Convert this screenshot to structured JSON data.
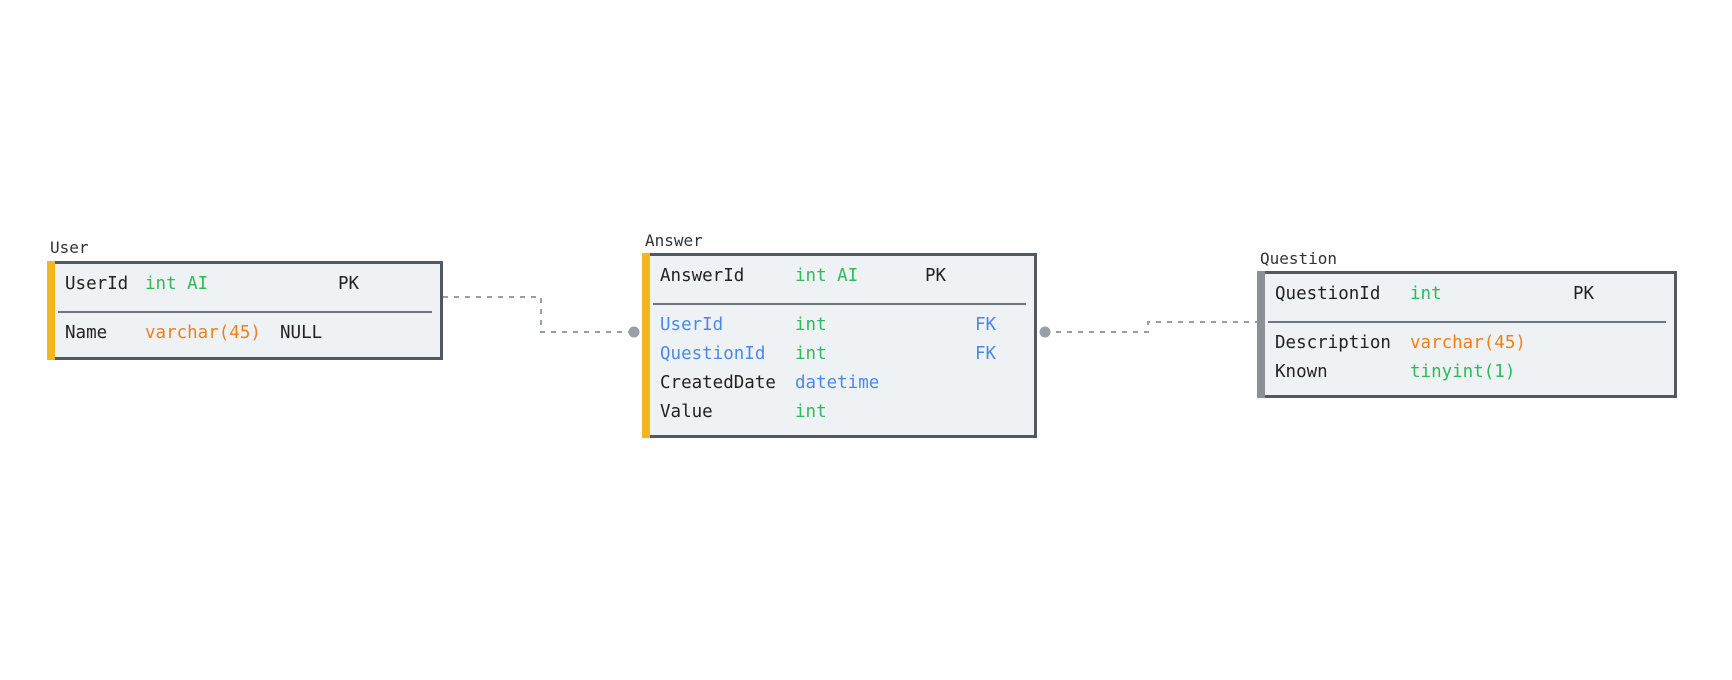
{
  "colors": {
    "accent_primary": "#f5b51d",
    "accent_secondary": "#8d8f94",
    "type_int": "#2dbb58",
    "type_varchar": "#f07f1a",
    "type_datetime": "#4a8ae6",
    "foreign_key": "#4a8ae6",
    "connector": "#9a9ea6"
  },
  "tables": {
    "user": {
      "title": "User",
      "pk": {
        "name": "UserId",
        "type": "int AI",
        "key": "PK"
      },
      "fields": [
        {
          "name": "Name",
          "type": "varchar(45)",
          "extra": "NULL"
        }
      ]
    },
    "answer": {
      "title": "Answer",
      "pk": {
        "name": "AnswerId",
        "type": "int AI",
        "key": "PK"
      },
      "fields": [
        {
          "name": "UserId",
          "type": "int",
          "key": "FK"
        },
        {
          "name": "QuestionId",
          "type": "int",
          "key": "FK"
        },
        {
          "name": "CreatedDate",
          "type": "datetime"
        },
        {
          "name": "Value",
          "type": "int"
        }
      ]
    },
    "question": {
      "title": "Question",
      "pk": {
        "name": "QuestionId",
        "type": "int",
        "key": "PK"
      },
      "fields": [
        {
          "name": "Description",
          "type": "varchar(45)"
        },
        {
          "name": "Known",
          "type": "tinyint(1)"
        }
      ]
    }
  },
  "relations": [
    {
      "from": "User.UserId",
      "to": "Answer.UserId",
      "style": "dashed"
    },
    {
      "from": "Question.QuestionId",
      "to": "Answer.QuestionId",
      "style": "dashed"
    }
  ]
}
